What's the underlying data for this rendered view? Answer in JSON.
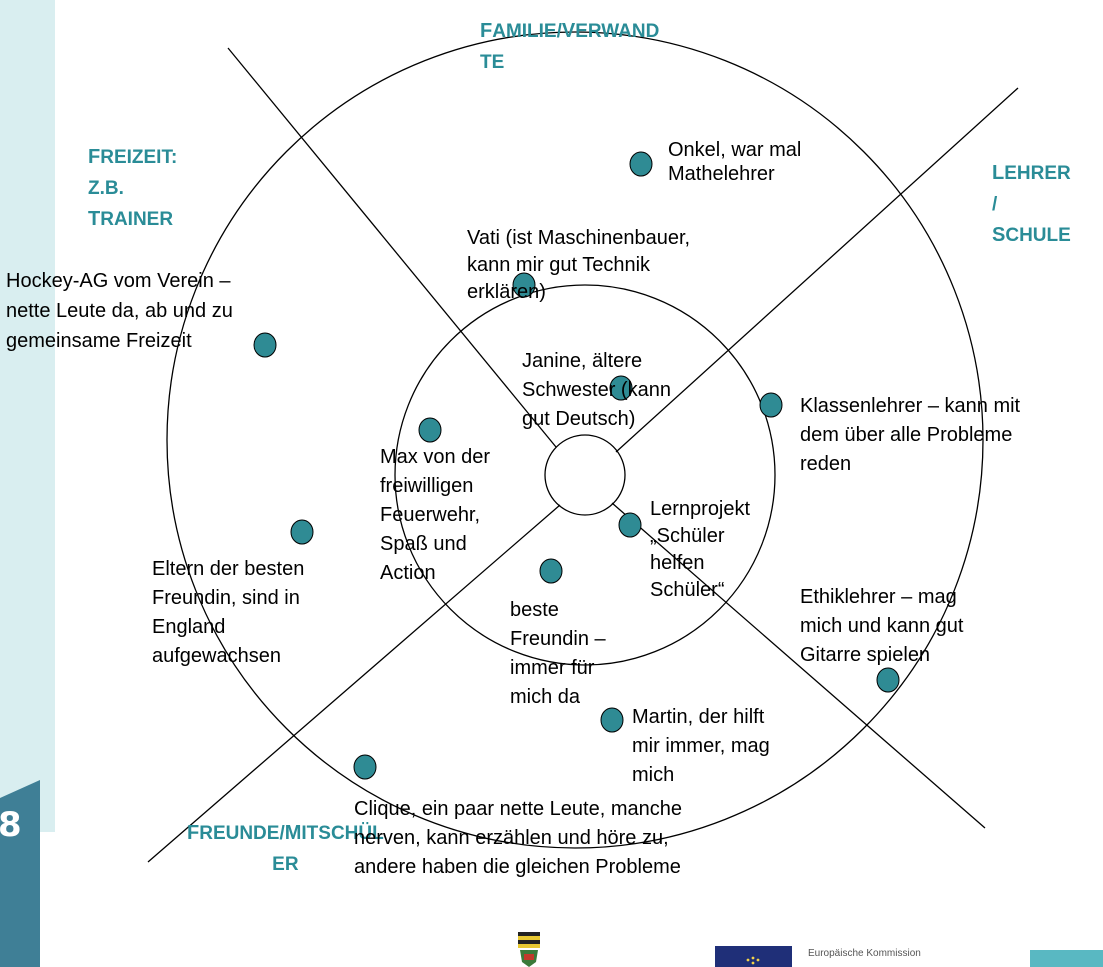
{
  "categories": {
    "family": {
      "line1_cap": "F",
      "line1_rest": "AMILIE/",
      "line1_cap2": "V",
      "line1_rest2": "ERWAND",
      "line2": "TE"
    },
    "freizeit": {
      "line1_cap": "F",
      "line1_rest": "REIZEIT:",
      "line2": "Z.B.",
      "line3_cap": "T",
      "line3_rest": "RAINER"
    },
    "lehrer": {
      "line1_cap": "L",
      "line1_rest": "EHRER",
      "line2": "/",
      "line3_cap": "S",
      "line3_rest": "CHULE"
    },
    "freunde": {
      "line1_cap": "F",
      "line1_rest": "REUNDE/",
      "line1_cap2": "M",
      "line1_rest2": "ITSCHÜL",
      "line2": "ER"
    }
  },
  "nodes": {
    "onkel": [
      "Onkel,  war mal",
      "Mathelehrer"
    ],
    "vati": [
      "Vati (ist Maschinenbauer,",
      "kann mir gut Technik",
      "erklären)"
    ],
    "hockey": [
      "Hockey-AG vom Verein –",
      "nette Leute da, ab und zu",
      "gemeinsame Freizeit"
    ],
    "janine": [
      "Janine, ältere",
      "Schwester (kann",
      "gut Deutsch)"
    ],
    "klassenlehrer": [
      "Klassenlehrer – kann mit",
      "dem über alle Probleme",
      "reden"
    ],
    "max": [
      "Max von der",
      "freiwilligen",
      "Feuerwehr,",
      "Spaß und",
      "Action"
    ],
    "lernprojekt": [
      "Lernprojekt",
      "„Schüler",
      "helfen",
      "Schüler“"
    ],
    "eltern": [
      "Eltern der besten",
      "Freundin, sind in",
      "England",
      "aufgewachsen"
    ],
    "freundin": [
      "beste",
      "Freundin –",
      "immer für",
      "mich da"
    ],
    "ethik": [
      "Ethiklehrer – mag",
      "mich und kann gut",
      "Gitarre spielen"
    ],
    "martin": [
      "Martin, der hilft",
      "mir immer, mag",
      "mich"
    ],
    "clique": [
      "Clique, ein paar nette Leute, manche",
      "nerven, kann erzählen und höre zu,",
      "andere haben die gleichen Probleme"
    ]
  },
  "footer": {
    "eu_label": "Europäische Kommission"
  },
  "colors": {
    "category": "#2a8c97",
    "dot_fill": "#2f8b94",
    "sidebar": "#d9eef0",
    "eu_blue": "#1f2f78"
  },
  "icons": [
    "state-coat-of-arms-icon",
    "eu-flag-icon",
    "corner-badge-icon"
  ]
}
